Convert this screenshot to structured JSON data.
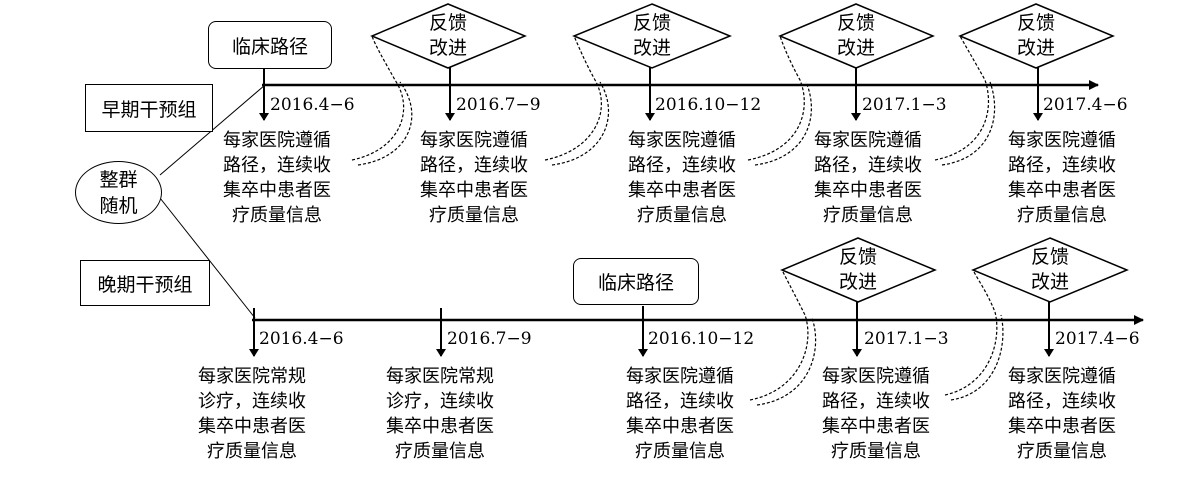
{
  "groups": {
    "early": "早期干预组",
    "late": "晚期干预组",
    "randomize_line1": "整群",
    "randomize_line2": "随机"
  },
  "pathway_label": "临床路径",
  "feedback": {
    "line1": "反馈",
    "line2": "改进"
  },
  "early_timeline": {
    "periods": [
      "2016.4−6",
      "2016.7−9",
      "2016.10−12",
      "2017.1−3",
      "2017.4−6"
    ],
    "descriptions": [
      [
        "每家医院遵循",
        "路径，连续收",
        "集卒中患者医",
        "疗质量信息"
      ],
      [
        "每家医院遵循",
        "路径，连续收",
        "集卒中患者医",
        "疗质量信息"
      ],
      [
        "每家医院遵循",
        "路径，连续收",
        "集卒中患者医",
        "疗质量信息"
      ],
      [
        "每家医院遵循",
        "路径，连续收",
        "集卒中患者医",
        "疗质量信息"
      ],
      [
        "每家医院遵循",
        "路径，连续收",
        "集卒中患者医",
        "疗质量信息"
      ]
    ]
  },
  "late_timeline": {
    "periods": [
      "2016.4−6",
      "2016.7−9",
      "2016.10−12",
      "2017.1−3",
      "2017.4−6"
    ],
    "descriptions": [
      [
        "每家医院常规",
        "诊疗，连续收",
        "集卒中患者医",
        "疗质量信息"
      ],
      [
        "每家医院常规",
        "诊疗，连续收",
        "集卒中患者医",
        "疗质量信息"
      ],
      [
        "每家医院遵循",
        "路径，连续收",
        "集卒中患者医",
        "疗质量信息"
      ],
      [
        "每家医院遵循",
        "路径，连续收",
        "集卒中患者医",
        "疗质量信息"
      ],
      [
        "每家医院遵循",
        "路径，连续收",
        "集卒中患者医",
        "疗质量信息"
      ]
    ]
  }
}
